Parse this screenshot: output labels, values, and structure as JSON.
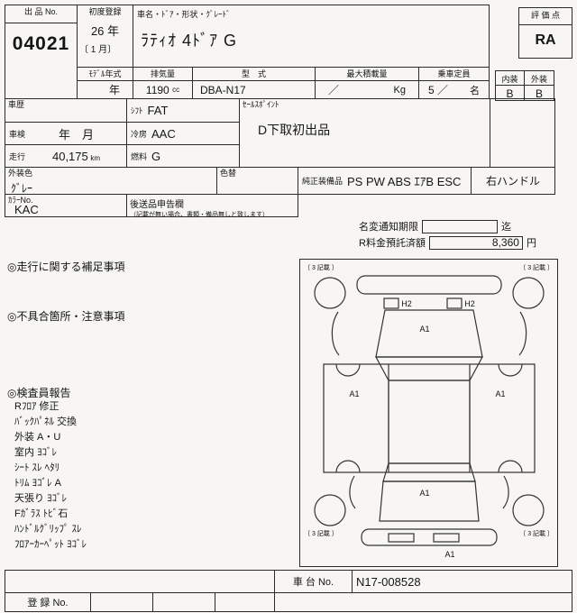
{
  "top": {
    "exhibit_no_label": "出 品 No.",
    "exhibit_no": "04021",
    "first_reg_label": "初度登録",
    "first_reg_year": "26 年",
    "first_reg_month": "〔 1 月〕",
    "car_name_label": "車名・ﾄﾞｱ・形状・ｸﾞﾚｰﾄﾞ",
    "car_name": "ﾗﾃｨｵ 4ﾄﾞｱ G",
    "eval_label": "評 価 点",
    "eval_value": "RA",
    "model_year_label": "ﾓﾃﾞﾙ年式",
    "model_year_value": "年",
    "displacement_label": "排気量",
    "displacement_value": "1190",
    "displacement_unit": "cc",
    "model_code_label": "型　式",
    "model_code_value": "DBA-N17",
    "max_load_label": "最大積載量",
    "max_load_value": "／",
    "max_load_unit": "Kg",
    "capacity_label": "乗車定員",
    "capacity_value": "5 ／",
    "capacity_unit": "名",
    "interior_label": "内装",
    "exterior_label": "外装",
    "interior_value": "B",
    "exterior_value": "B"
  },
  "mid": {
    "history_label": "車歴",
    "shift_label": "ｼﾌﾄ",
    "shift_value": "FAT",
    "sales_label": "ｾｰﾙｽﾎﾟｲﾝﾄ",
    "sales_value": "D下取初出品",
    "inspection_label": "車検",
    "inspection_value": "年　月",
    "ac_label": "冷房",
    "ac_value": "AAC",
    "mileage_label": "走行",
    "mileage_value": "40,175",
    "mileage_unit": "km",
    "fuel_label": "燃料",
    "fuel_value": "G",
    "ext_color_label": "外装色",
    "ext_color_value": "ｸﾞﾚｰ",
    "color_change_label": "色替",
    "equipment_label": "純正装備品",
    "equipment_value": "PS PW ABS ｴｱB ESC",
    "steering": "右ハンドル",
    "color_no_label": "ｶﾗｰNo.",
    "color_no_value": "KAC",
    "later_label": "後送品申告欄",
    "later_note": "（記載が無い場合、書類・備品無しと致します）"
  },
  "notice": {
    "name_change_label": "名変通知期限",
    "name_change_suffix": "迄",
    "deposit_label": "R料金預託済額",
    "deposit_value": "8,360",
    "deposit_unit": "円"
  },
  "sections": {
    "driving_title": "◎走行に関する補足事項",
    "defect_title": "◎不具合箇所・注意事項",
    "inspector_title": "◎検査員報告",
    "inspector_items": [
      "Rﾌﾛｱ 修正",
      "ﾊﾞｯｸﾊﾟﾈﾙ 交換",
      "外装 A・U",
      "室内 ﾖｺﾞﾚ",
      "ｼｰﾄ ｽﾚ ﾍﾀﾘ",
      "ﾄﾘﾑ ﾖｺﾞﾚ A",
      "天張り ﾖｺﾞﾚ",
      "Fｶﾞﾗｽ ﾄﾋﾞ石",
      "ﾊﾝﾄﾞﾙｸﾞﾘｯﾌﾟ ｽﾚ",
      "ﾌﾛｱｰｶｰﾍﾟｯﾄ ﾖｺﾞﾚ"
    ]
  },
  "diagram": {
    "corner_tl": "〔 3 記載 〕",
    "corner_tr": "〔 3 記載 〕",
    "corner_bl": "〔 3 記載 〕",
    "corner_br": "〔 3 記載 〕",
    "headlight_left": "H2",
    "headlight_right": "H2",
    "hood": "A1",
    "side_left": "A1",
    "side_right": "A1",
    "trunk": "A1",
    "rear_bumper": "A1"
  },
  "footer": {
    "chassis_label": "車 台 No.",
    "chassis_value": "N17-008528",
    "reg_label": "登 録 No."
  }
}
